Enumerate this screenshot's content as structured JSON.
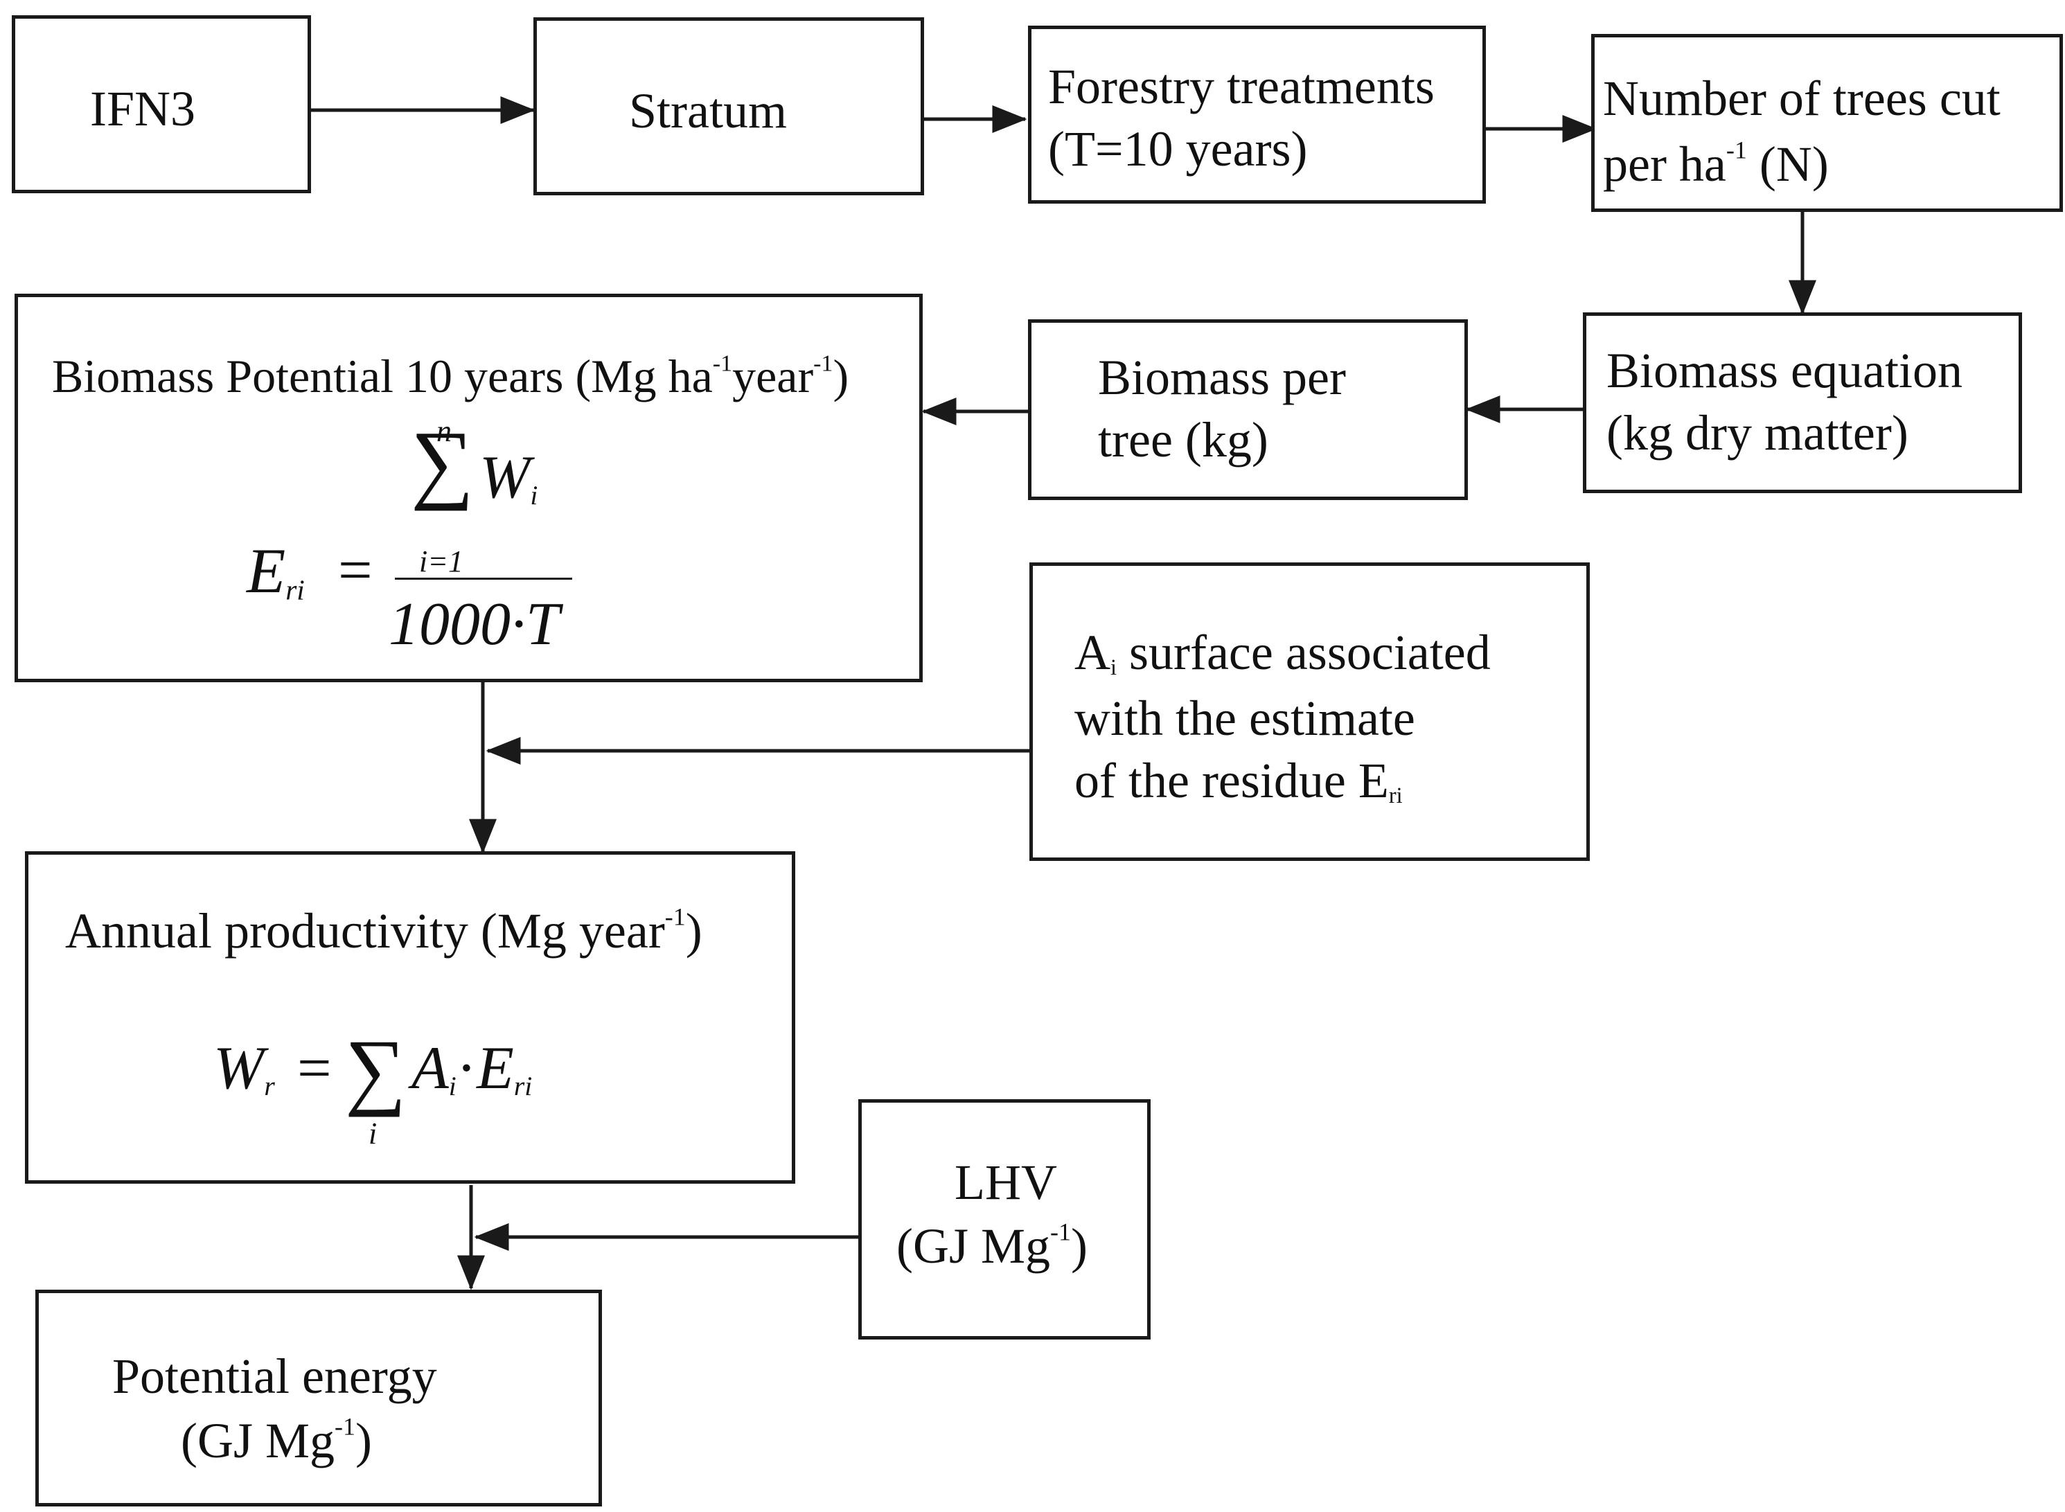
{
  "nodes": {
    "ifn3": {
      "text": "IFN3"
    },
    "stratum": {
      "text": "Stratum"
    },
    "forestry": {
      "line1": "Forestry treatments",
      "line2": "(T=10 years)"
    },
    "trees_cut": {
      "line1": "Number of trees cut",
      "line2_a": "per ha",
      "line2_sup": "-1",
      "line2_b": " (N)"
    },
    "biomass_eq": {
      "line1": "Biomass equation",
      "line2": "(kg dry matter)"
    },
    "biomass_tree": {
      "line1": "Biomass per",
      "line2": "tree (kg)"
    },
    "biomass_potential": {
      "title_a": "Biomass Potential 10 years  (Mg ha",
      "title_sup1": "-1",
      "title_b": "year",
      "title_sup2": "-1",
      "title_c": ")",
      "formula": {
        "lhs": "E",
        "lhs_sub": "ri",
        "eq": "=",
        "sum_upper": "n",
        "sum_symbol": "∑",
        "sum_term": "W",
        "sum_term_sub": "i",
        "sum_lower": "i=1",
        "denominator": "1000·T"
      }
    },
    "surface": {
      "line1_a": "A",
      "line1_sub": "i",
      "line1_b": " surface associated",
      "line2": "with the estimate",
      "line3_a": "of the residue E",
      "line3_sub": "ri"
    },
    "annual": {
      "title_a": "Annual productivity (Mg year",
      "title_sup": "-1",
      "title_b": ")",
      "formula": {
        "lhs": "W",
        "lhs_sub": "r",
        "eq": "=",
        "sum_symbol": "∑",
        "sum_lower": "i",
        "a": "A",
        "a_sub": "i",
        "dot": "·",
        "e": "E",
        "e_sub": "ri"
      }
    },
    "lhv": {
      "line1": "LHV",
      "line2_a": "(GJ Mg",
      "line2_sup": "-1",
      "line2_b": ")"
    },
    "potential_energy": {
      "line1": "Potential energy",
      "line2_a": "(GJ Mg",
      "line2_sup": "-1",
      "line2_b": ")"
    }
  },
  "edges": [
    {
      "from": "ifn3",
      "to": "stratum"
    },
    {
      "from": "stratum",
      "to": "forestry"
    },
    {
      "from": "forestry",
      "to": "trees_cut"
    },
    {
      "from": "trees_cut",
      "to": "biomass_eq"
    },
    {
      "from": "biomass_eq",
      "to": "biomass_tree"
    },
    {
      "from": "biomass_tree",
      "to": "biomass_potential"
    },
    {
      "from": "biomass_potential",
      "to": "annual"
    },
    {
      "from": "surface",
      "to": "annual"
    },
    {
      "from": "annual",
      "to": "potential_energy"
    },
    {
      "from": "lhv",
      "to": "potential_energy"
    }
  ],
  "colors": {
    "stroke": "#1a1a1a",
    "background": "#ffffff"
  }
}
